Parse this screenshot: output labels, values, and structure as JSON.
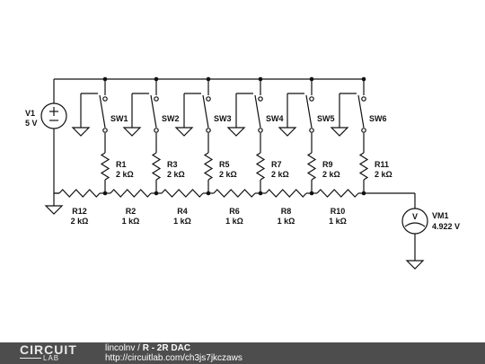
{
  "source": {
    "name": "V1",
    "value": "5 V"
  },
  "switches": [
    "SW1",
    "SW2",
    "SW3",
    "SW4",
    "SW5",
    "SW6"
  ],
  "vertical_resistors": [
    {
      "name": "R1",
      "value": "2 kΩ"
    },
    {
      "name": "R3",
      "value": "2 kΩ"
    },
    {
      "name": "R5",
      "value": "2 kΩ"
    },
    {
      "name": "R7",
      "value": "2 kΩ"
    },
    {
      "name": "R9",
      "value": "2 kΩ"
    },
    {
      "name": "R11",
      "value": "2 kΩ"
    }
  ],
  "ladder_resistors": [
    {
      "name": "R12",
      "value": "2 kΩ"
    },
    {
      "name": "R2",
      "value": "1 kΩ"
    },
    {
      "name": "R4",
      "value": "1 kΩ"
    },
    {
      "name": "R6",
      "value": "1 kΩ"
    },
    {
      "name": "R8",
      "value": "1 kΩ"
    },
    {
      "name": "R10",
      "value": "1 kΩ"
    }
  ],
  "meter": {
    "name": "VM1",
    "reading": "4.922 V",
    "symbol": "V"
  },
  "footer": {
    "brand_top": "CIRCUIT",
    "brand_bottom": "LAB",
    "author": "lincolnv",
    "separator": "/",
    "title": "R - 2R DAC",
    "url": "http://circuitlab.com/ch3js7jkczaws"
  }
}
